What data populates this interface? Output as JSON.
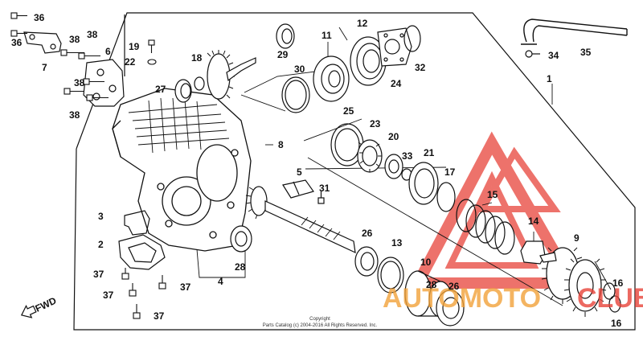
{
  "callouts": {
    "c1": "1",
    "c2": "2",
    "c3": "3",
    "c4": "4",
    "c5": "5",
    "c6": "6",
    "c7": "7",
    "c8": "8",
    "c9": "9",
    "c10": "10",
    "c11": "11",
    "c12": "12",
    "c13": "13",
    "c14": "14",
    "c15": "15",
    "c16a": "16",
    "c16b": "16",
    "c17": "17",
    "c18": "18",
    "c19": "19",
    "c20": "20",
    "c21": "21",
    "c22": "22",
    "c23": "23",
    "c24": "24",
    "c25": "25",
    "c26a": "26",
    "c26b": "26",
    "c27": "27",
    "c28a": "28",
    "c28b": "28",
    "c29": "29",
    "c30": "30",
    "c31": "31",
    "c32": "32",
    "c33": "33",
    "c34": "34",
    "c35": "35",
    "c36a": "36",
    "c36b": "36",
    "c37a": "37",
    "c37b": "37",
    "c37c": "37",
    "c37d": "37",
    "c38a": "38",
    "c38b": "38",
    "c38c": "38",
    "c38d": "38"
  },
  "direction_label": "FWD",
  "copyright": {
    "line1": "Copyright",
    "line2": "Parts Catalog (c) 2004-2016 All Rights Reserved. Inc."
  },
  "watermark": {
    "text_a": "AUTOMOTO",
    "text_b": "CLUB",
    "colors": {
      "red": "#e8443a",
      "orange": "#f2a23a"
    }
  }
}
